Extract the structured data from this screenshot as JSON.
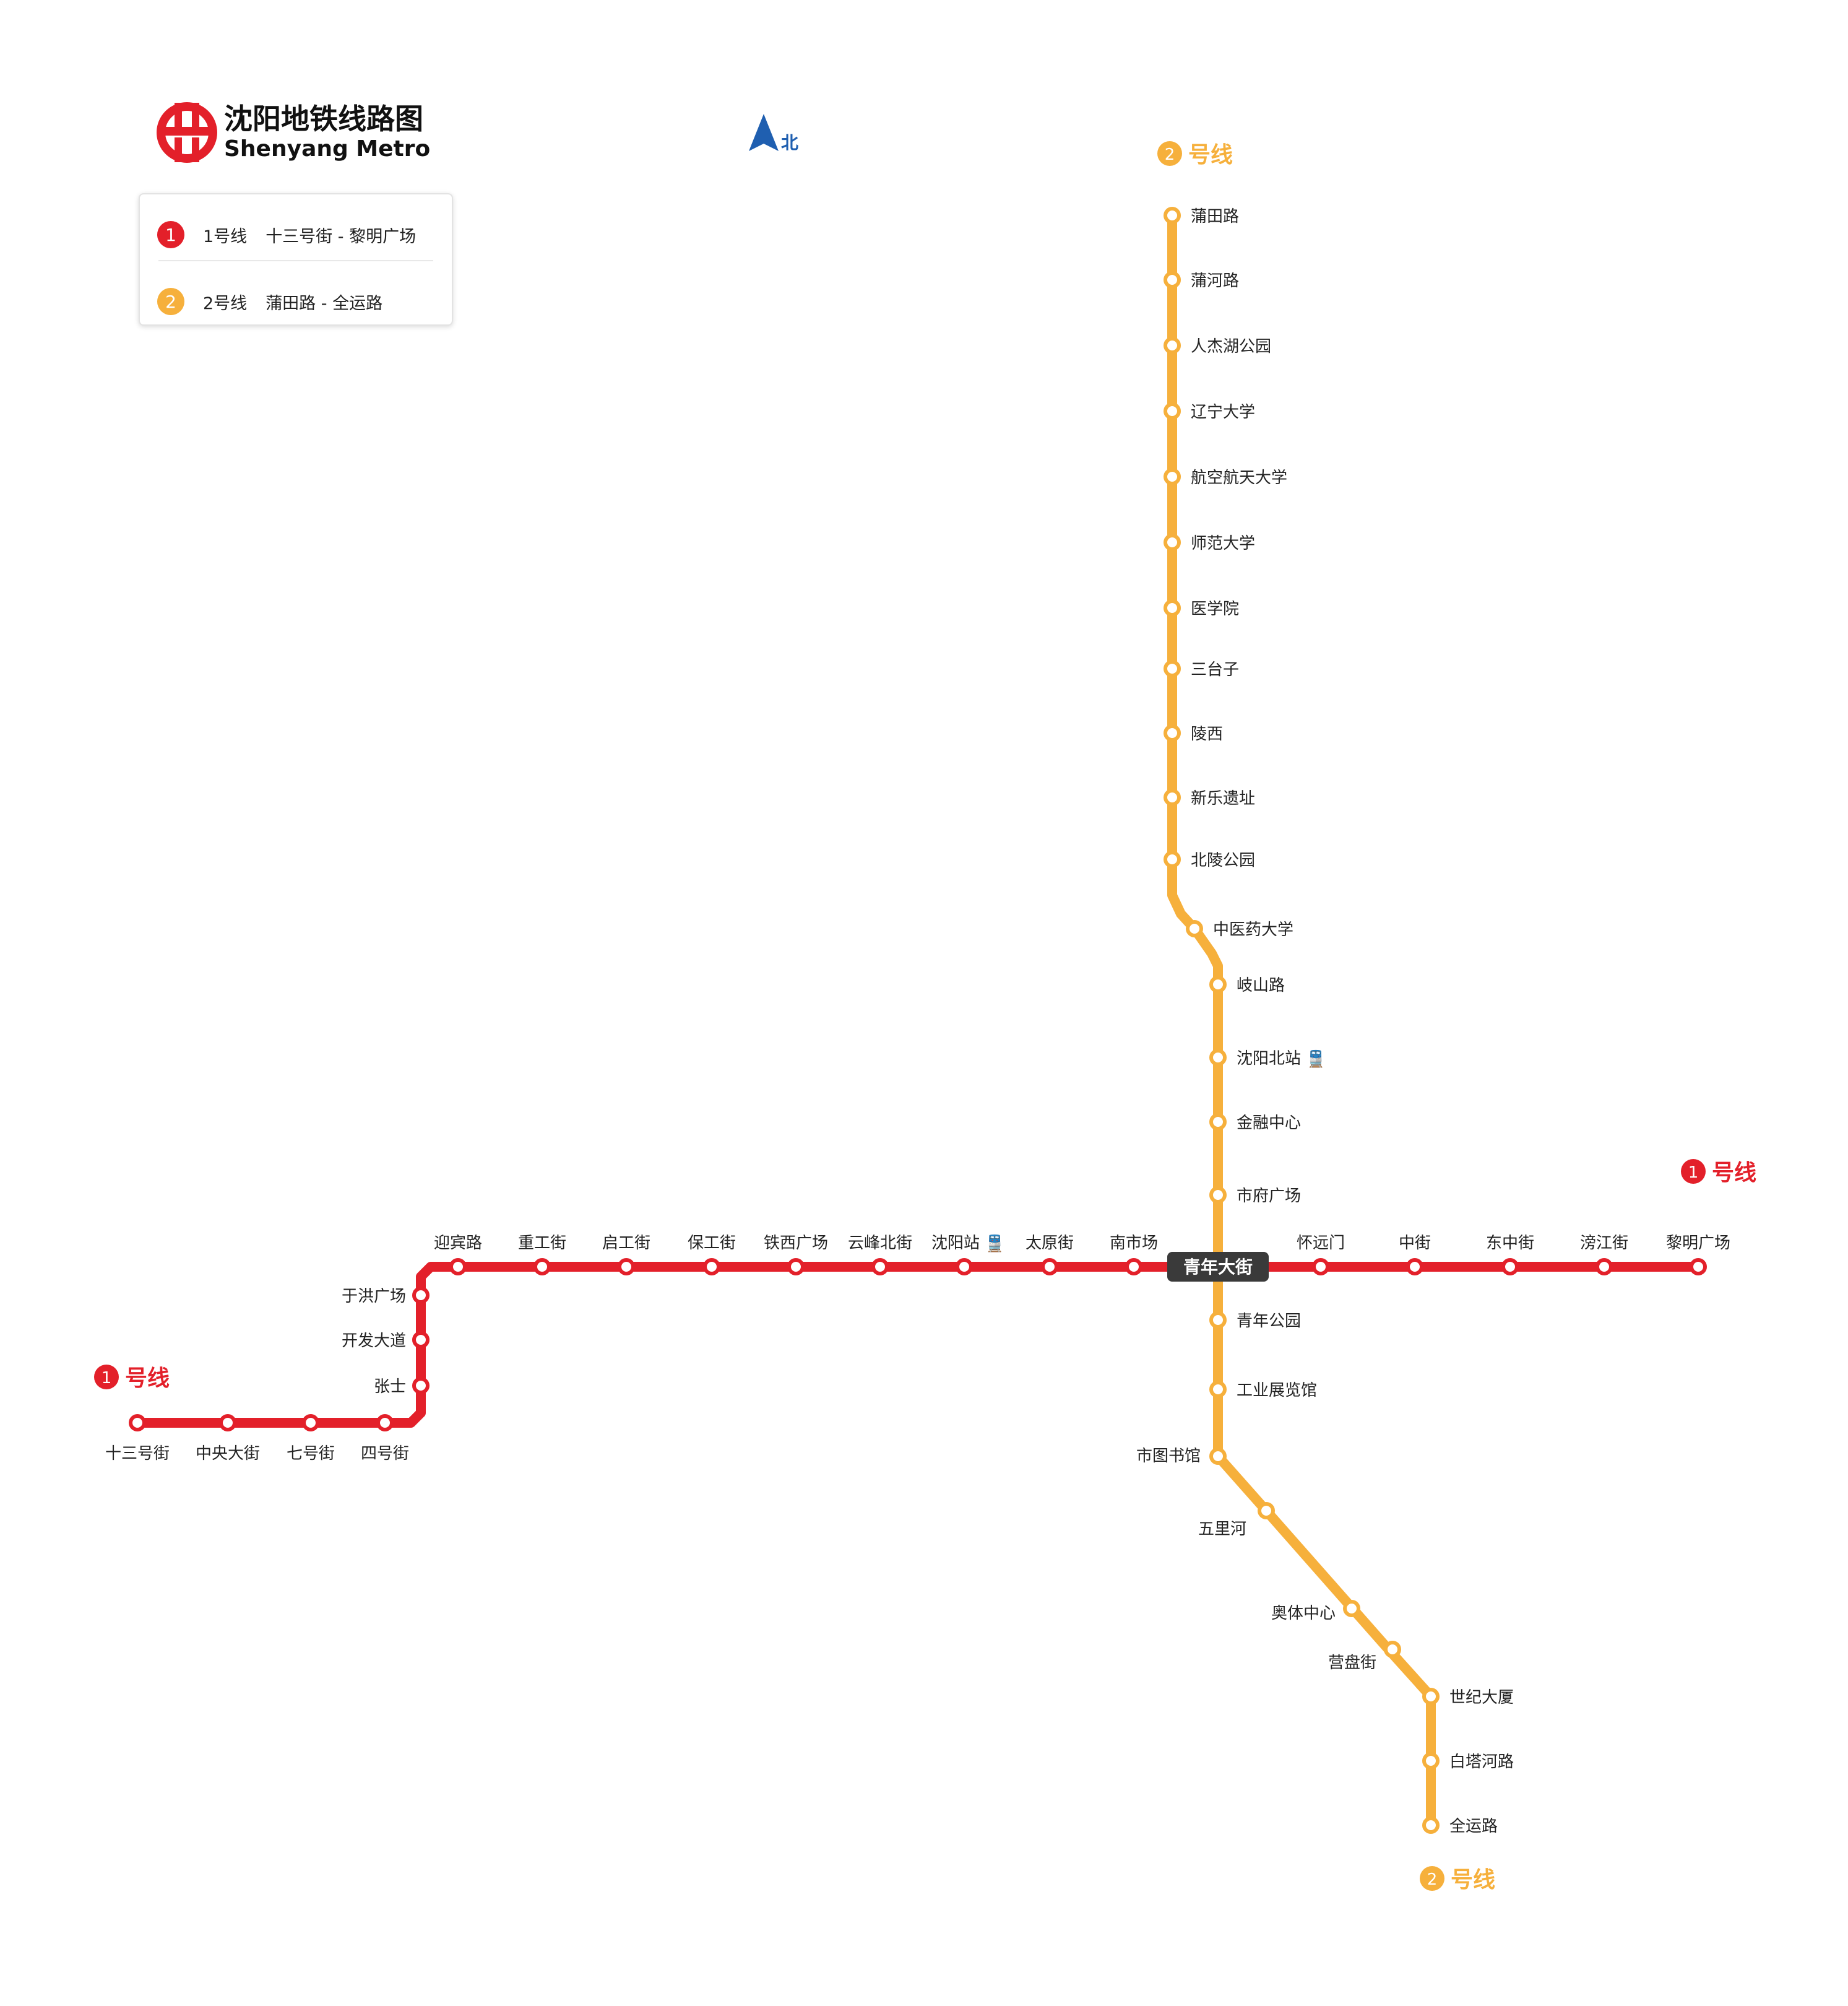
{
  "title": {
    "zh": "沈阳地铁线路图",
    "en": "Shenyang Metro"
  },
  "north_label": "北",
  "legend": [
    {
      "number": "1",
      "name": "1号线",
      "route": "十三号街 - 黎明广场",
      "color": "#e3202a"
    },
    {
      "number": "2",
      "name": "2号线",
      "route": "蒲田路 - 全运路",
      "color": "#f6b03c"
    }
  ],
  "colors": {
    "line1": "#e3202a",
    "line2": "#f6b03c",
    "interchange": "#3a3a3a",
    "station_fill": "#ffffff",
    "label": "#222222",
    "north_arrow": "#1f5fb0"
  },
  "terminal_tags": {
    "line1_suffix": "号线",
    "line2_suffix": "号线"
  },
  "interchange_station": "青年大街",
  "rail_icon": "train-icon",
  "line1": {
    "number": "1",
    "stations": [
      "十三号街",
      "中央大街",
      "七号街",
      "四号街",
      "张士",
      "开发大道",
      "于洪广场",
      "迎宾路",
      "重工街",
      "启工街",
      "保工街",
      "铁西广场",
      "云峰北街",
      "沈阳站",
      "太原街",
      "南市场",
      "青年大街",
      "怀远门",
      "中街",
      "东中街",
      "滂江街",
      "黎明广场"
    ]
  },
  "line2": {
    "number": "2",
    "stations": [
      "蒲田路",
      "蒲河路",
      "人杰湖公园",
      "辽宁大学",
      "航空航天大学",
      "师范大学",
      "医学院",
      "三台子",
      "陵西",
      "新乐遗址",
      "北陵公园",
      "中医药大学",
      "岐山路",
      "沈阳北站",
      "金融中心",
      "市府广场",
      "青年大街",
      "青年公园",
      "工业展览馆",
      "市图书馆",
      "五里河",
      "奥体中心",
      "营盘街",
      "世纪大厦",
      "白塔河路",
      "全运路"
    ]
  }
}
